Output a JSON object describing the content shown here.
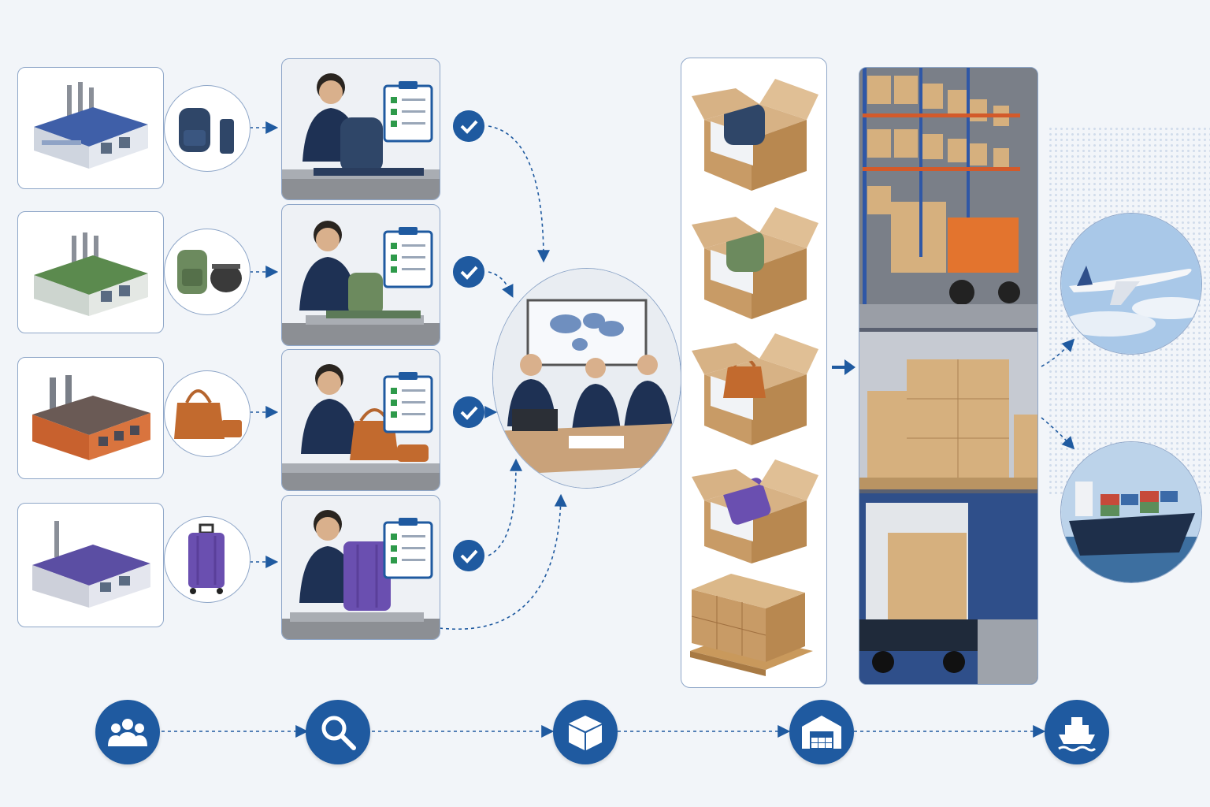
{
  "colors": {
    "accent": "#1f5aa0",
    "border": "#8ea6c8",
    "background": "#f2f5f9",
    "cardboard": "#c89b66"
  },
  "factories": [
    {
      "name": "factory-blue",
      "roof": "#3f5fa8",
      "products": [
        "backpack",
        "tumbler"
      ]
    },
    {
      "name": "factory-green",
      "roof": "#5b8a4e",
      "products": [
        "air-fryer",
        "cooking-pot"
      ]
    },
    {
      "name": "factory-orange",
      "roof": "#c8612e",
      "products": [
        "handbag",
        "pouch"
      ]
    },
    {
      "name": "factory-purple",
      "roof": "#5b4ea3",
      "products": [
        "suitcase"
      ]
    }
  ],
  "inspection_steps": [
    "backpack-inspection",
    "air-fryer-inspection",
    "handbag-inspection",
    "suitcase-inspection"
  ],
  "packing": [
    "backpack-box",
    "air-fryer-box",
    "handbag-box",
    "suitcase-box",
    "palletized-cartons"
  ],
  "warehouse": [
    "forklift-racking",
    "pallet-stacks",
    "truck-loading"
  ],
  "shipping": [
    "air-freight",
    "sea-freight"
  ],
  "process_steps": [
    {
      "name": "team-icon"
    },
    {
      "name": "search-icon"
    },
    {
      "name": "box-icon"
    },
    {
      "name": "warehouse-icon"
    },
    {
      "name": "ship-icon"
    }
  ]
}
